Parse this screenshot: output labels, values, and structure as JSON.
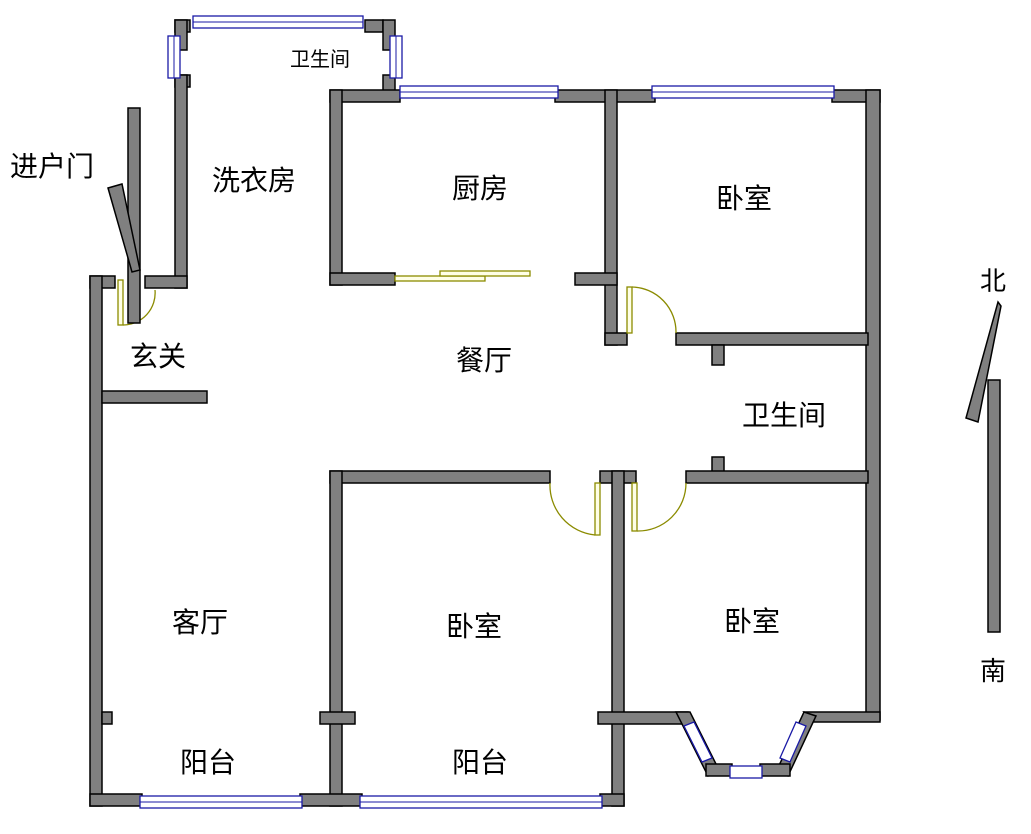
{
  "labels": {
    "entrance": "进户门",
    "laundry": "洗衣房",
    "small_bathroom": "卫生间",
    "kitchen": "厨房",
    "bedroom_north": "卧室",
    "foyer": "玄关",
    "dining": "餐厅",
    "bathroom": "卫生间",
    "living": "客厅",
    "bedroom_middle": "卧室",
    "bedroom_southeast": "卧室",
    "balcony_left": "阳台",
    "balcony_middle": "阳台"
  },
  "compass": {
    "north": "北",
    "south": "南"
  },
  "colors": {
    "wall": "#808080",
    "door": "#8b8b00",
    "window": "#1a1aa6"
  }
}
